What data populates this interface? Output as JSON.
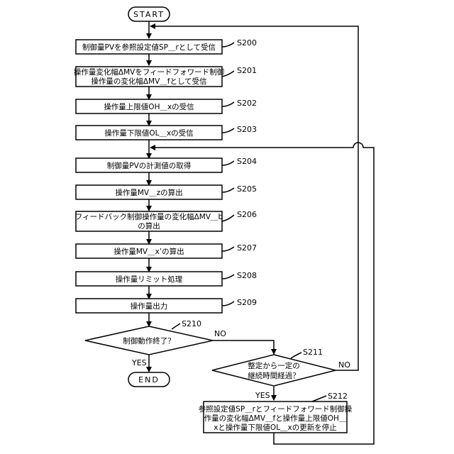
{
  "terminals": {
    "start": "START",
    "end": "END"
  },
  "steps": [
    {
      "id": "S200",
      "lines": [
        "制御量PVを参照設定値SP＿rとして受信"
      ]
    },
    {
      "id": "S201",
      "lines": [
        "操作量変化幅ΔMVをフィードフォワード制御",
        "操作量の変化幅ΔMV＿fとして受信"
      ]
    },
    {
      "id": "S202",
      "lines": [
        "操作量上限値OH＿xの受信"
      ]
    },
    {
      "id": "S203",
      "lines": [
        "操作量下限値OL＿xの受信"
      ]
    },
    {
      "id": "S204",
      "lines": [
        "制御量PVの計測値の取得"
      ]
    },
    {
      "id": "S205",
      "lines": [
        "操作量MV＿zの算出"
      ]
    },
    {
      "id": "S206",
      "lines": [
        "フィードバック制御操作量の変化幅ΔMV＿b",
        "の算出"
      ]
    },
    {
      "id": "S207",
      "lines": [
        "操作量MV＿x’の算出"
      ]
    },
    {
      "id": "S208",
      "lines": [
        "操作量リミット処理"
      ]
    },
    {
      "id": "S209",
      "lines": [
        "操作量出力"
      ]
    }
  ],
  "decisions": [
    {
      "id": "S210",
      "lines": [
        "制御動作終了？"
      ],
      "no": "NO",
      "yes": "YES"
    },
    {
      "id": "S211",
      "lines": [
        "整定から一定の",
        "継続時間経過？"
      ],
      "no": "NO",
      "yes": "YES"
    }
  ],
  "final_step": {
    "id": "S212",
    "lines": [
      "参照設定値SP＿rとフィードフォワード制御操",
      "作量の変化幅ΔMV＿fと操作量上限値OH＿",
      "xと操作量下限値OL＿xの更新を停止"
    ]
  }
}
